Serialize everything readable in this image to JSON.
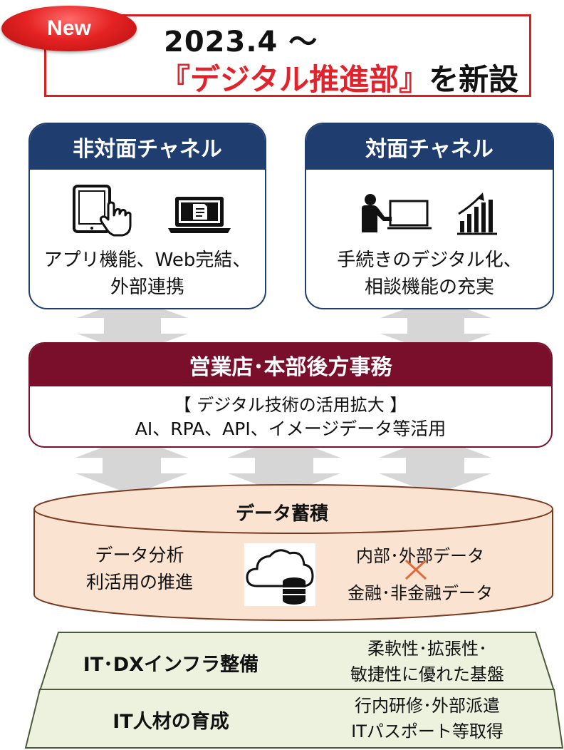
{
  "header": {
    "badge": "New",
    "date": "2023.4 ～",
    "title_red": "『デジタル推進部』",
    "title_black": "を新設"
  },
  "channels": {
    "non_face": {
      "title": "非対面チャネル",
      "line1": "アプリ機能、Web完結、",
      "line2": "外部連携",
      "icons": [
        "tablet-touch-icon",
        "laptop-document-icon"
      ]
    },
    "face": {
      "title": "対面チャネル",
      "line1": "手続きのデジタル化、",
      "line2": "相談機能の充実",
      "icons": [
        "consultation-icon",
        "growth-chart-icon"
      ]
    }
  },
  "backoffice": {
    "title": "営業店･本部後方事務",
    "line1": "【 デジタル技術の活用拡大 】",
    "line2": "AI、RPA、API、イメージデータ等活用"
  },
  "data_store": {
    "title": "データ蓄積",
    "left_line1": "データ分析",
    "left_line2": "利活用の推進",
    "right_line1": "内部･外部データ",
    "right_line2": "金融･非金融データ",
    "icon": "cloud-database-icon"
  },
  "foundation": [
    {
      "label": "IT･DXインフラ整備",
      "desc1": "柔軟性･拡張性･",
      "desc2": "敏捷性に優れた基盤"
    },
    {
      "label": "IT人材の育成",
      "desc1": "行内研修･外部派遣",
      "desc2": "ITパスポート等取得"
    }
  ],
  "colors": {
    "accent_red": "#e3232b",
    "navy": "#1f3d6e",
    "maroon": "#7a0f2b",
    "cylinder_fill": "#fbe3d2",
    "trapezoid_fill": "#edf2df",
    "arrow_gray": "#d6d6d6"
  }
}
